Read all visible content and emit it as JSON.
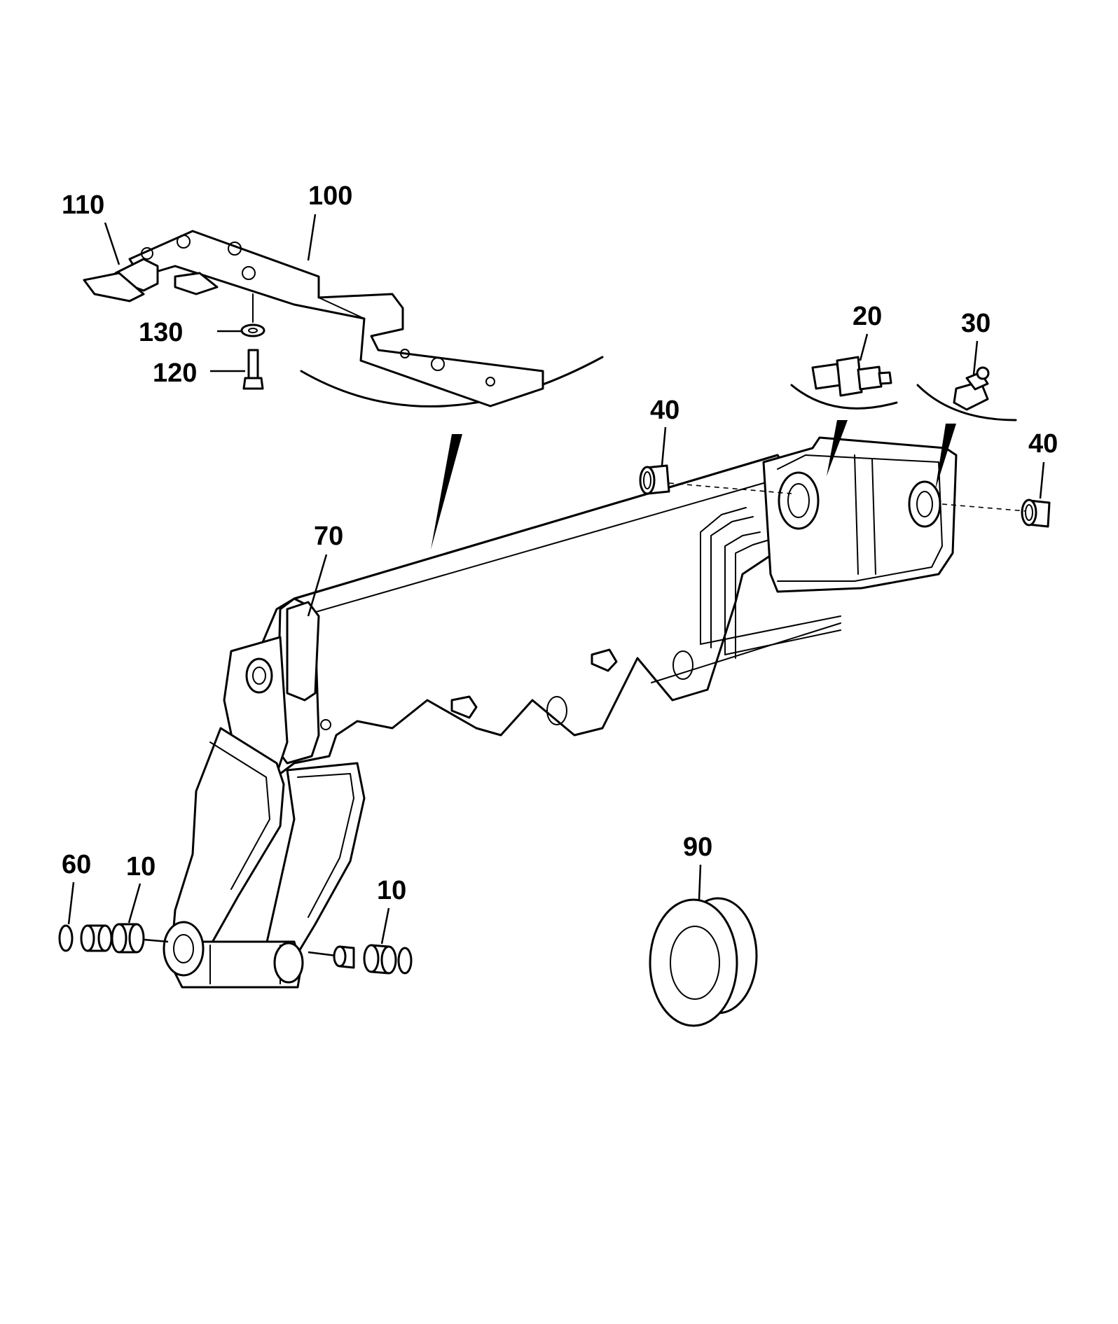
{
  "callouts": {
    "c110": "110",
    "c100": "100",
    "c130": "130",
    "c120": "120",
    "c20": "20",
    "c30": "30",
    "c40a": "40",
    "c40b": "40",
    "c70": "70",
    "c90": "90",
    "c60": "60",
    "c10a": "10",
    "c10b": "10"
  }
}
